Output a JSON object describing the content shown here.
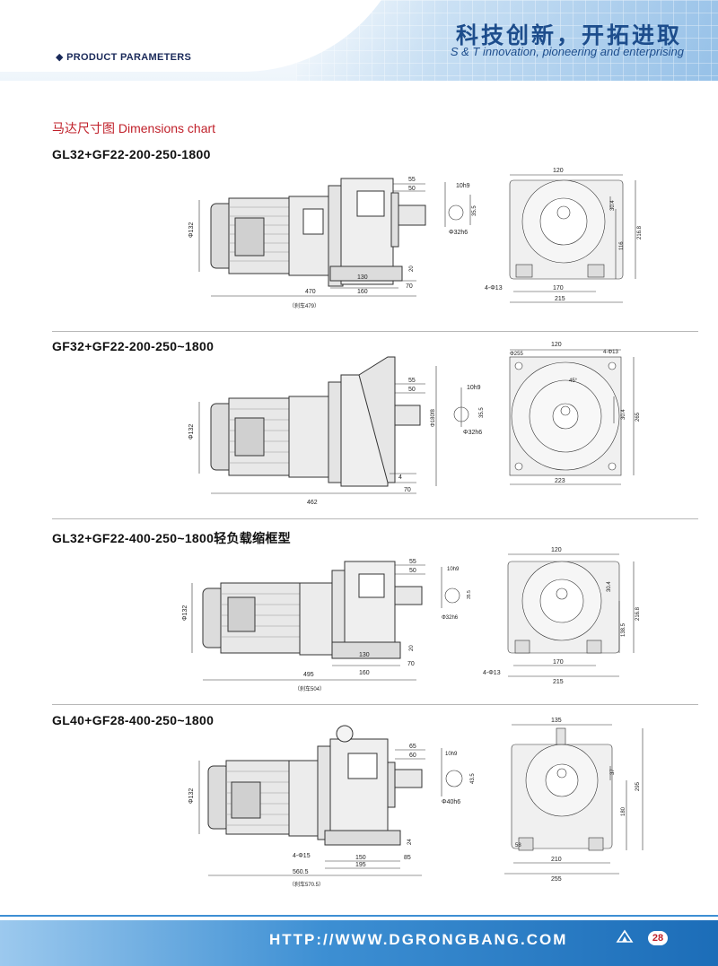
{
  "header": {
    "section_label": "PRODUCT PARAMETERS",
    "title_cn": "科技创新，开拓进取",
    "title_en": "S & T innovation, pioneering and enterprising"
  },
  "chart_title": "马达尺寸图 Dimensions chart",
  "models": [
    {
      "name": "GL32+GF22-200-250-1800",
      "dims": {
        "d132": "Φ132",
        "len": "470",
        "brake": "（刹车479）",
        "l130": "130",
        "l160": "160",
        "l70": "70",
        "v20": "20",
        "k55": "55",
        "k50": "50",
        "key": "10h9",
        "kh": "35.5",
        "shaft": "Φ32h6",
        "w120": "120",
        "h304": "30.4",
        "h116": "116",
        "h2168": "216.8",
        "holes": "4-Φ13",
        "w170": "170",
        "w215": "215"
      }
    },
    {
      "name": "GF32+GF22-200-250~1800",
      "dims": {
        "d132": "Φ132",
        "len": "462",
        "l4": "4",
        "l70": "70",
        "k55": "55",
        "k50": "50",
        "key": "10h9",
        "kh": "35.5",
        "shaft": "Φ32h6",
        "pilot": "Φ180f8",
        "w120": "120",
        "pcd": "Φ255",
        "holes": "4-Φ13",
        "angle": "45°",
        "h304": "30.4",
        "h265": "265",
        "w223": "223"
      }
    },
    {
      "name": "GL32+GF22-400-250~1800轻负载缩框型",
      "dims": {
        "d132": "Φ132",
        "len": "495",
        "brake": "（刹车504）",
        "l130": "130",
        "l160": "160",
        "l70": "70",
        "v20": "20",
        "k55": "55",
        "k50": "50",
        "key": "10h9",
        "kh": "35.5",
        "shaft": "Φ32h6",
        "w120": "120",
        "h304": "30.4",
        "h1385": "138.5",
        "h2168": "216.8",
        "holes": "4-Φ13",
        "w170": "170",
        "w215": "215"
      }
    },
    {
      "name": "GL40+GF28-400-250~1800",
      "dims": {
        "d132": "Φ132",
        "len": "560.5",
        "brake": "（刹车570.5）",
        "holes_side": "4-Φ15",
        "l150": "150",
        "l195": "195",
        "l85": "85",
        "v24": "24",
        "k65": "65",
        "k60": "60",
        "key": "10h9",
        "kh": "43.5",
        "shaft": "Φ40h6",
        "w135": "135",
        "h37": "37",
        "h180": "180",
        "h295": "295",
        "l58": "58",
        "w210": "210",
        "w255": "255"
      }
    }
  ],
  "footer": {
    "url": "HTTP://WWW.DGRONGBANG.COM",
    "page": "28"
  }
}
